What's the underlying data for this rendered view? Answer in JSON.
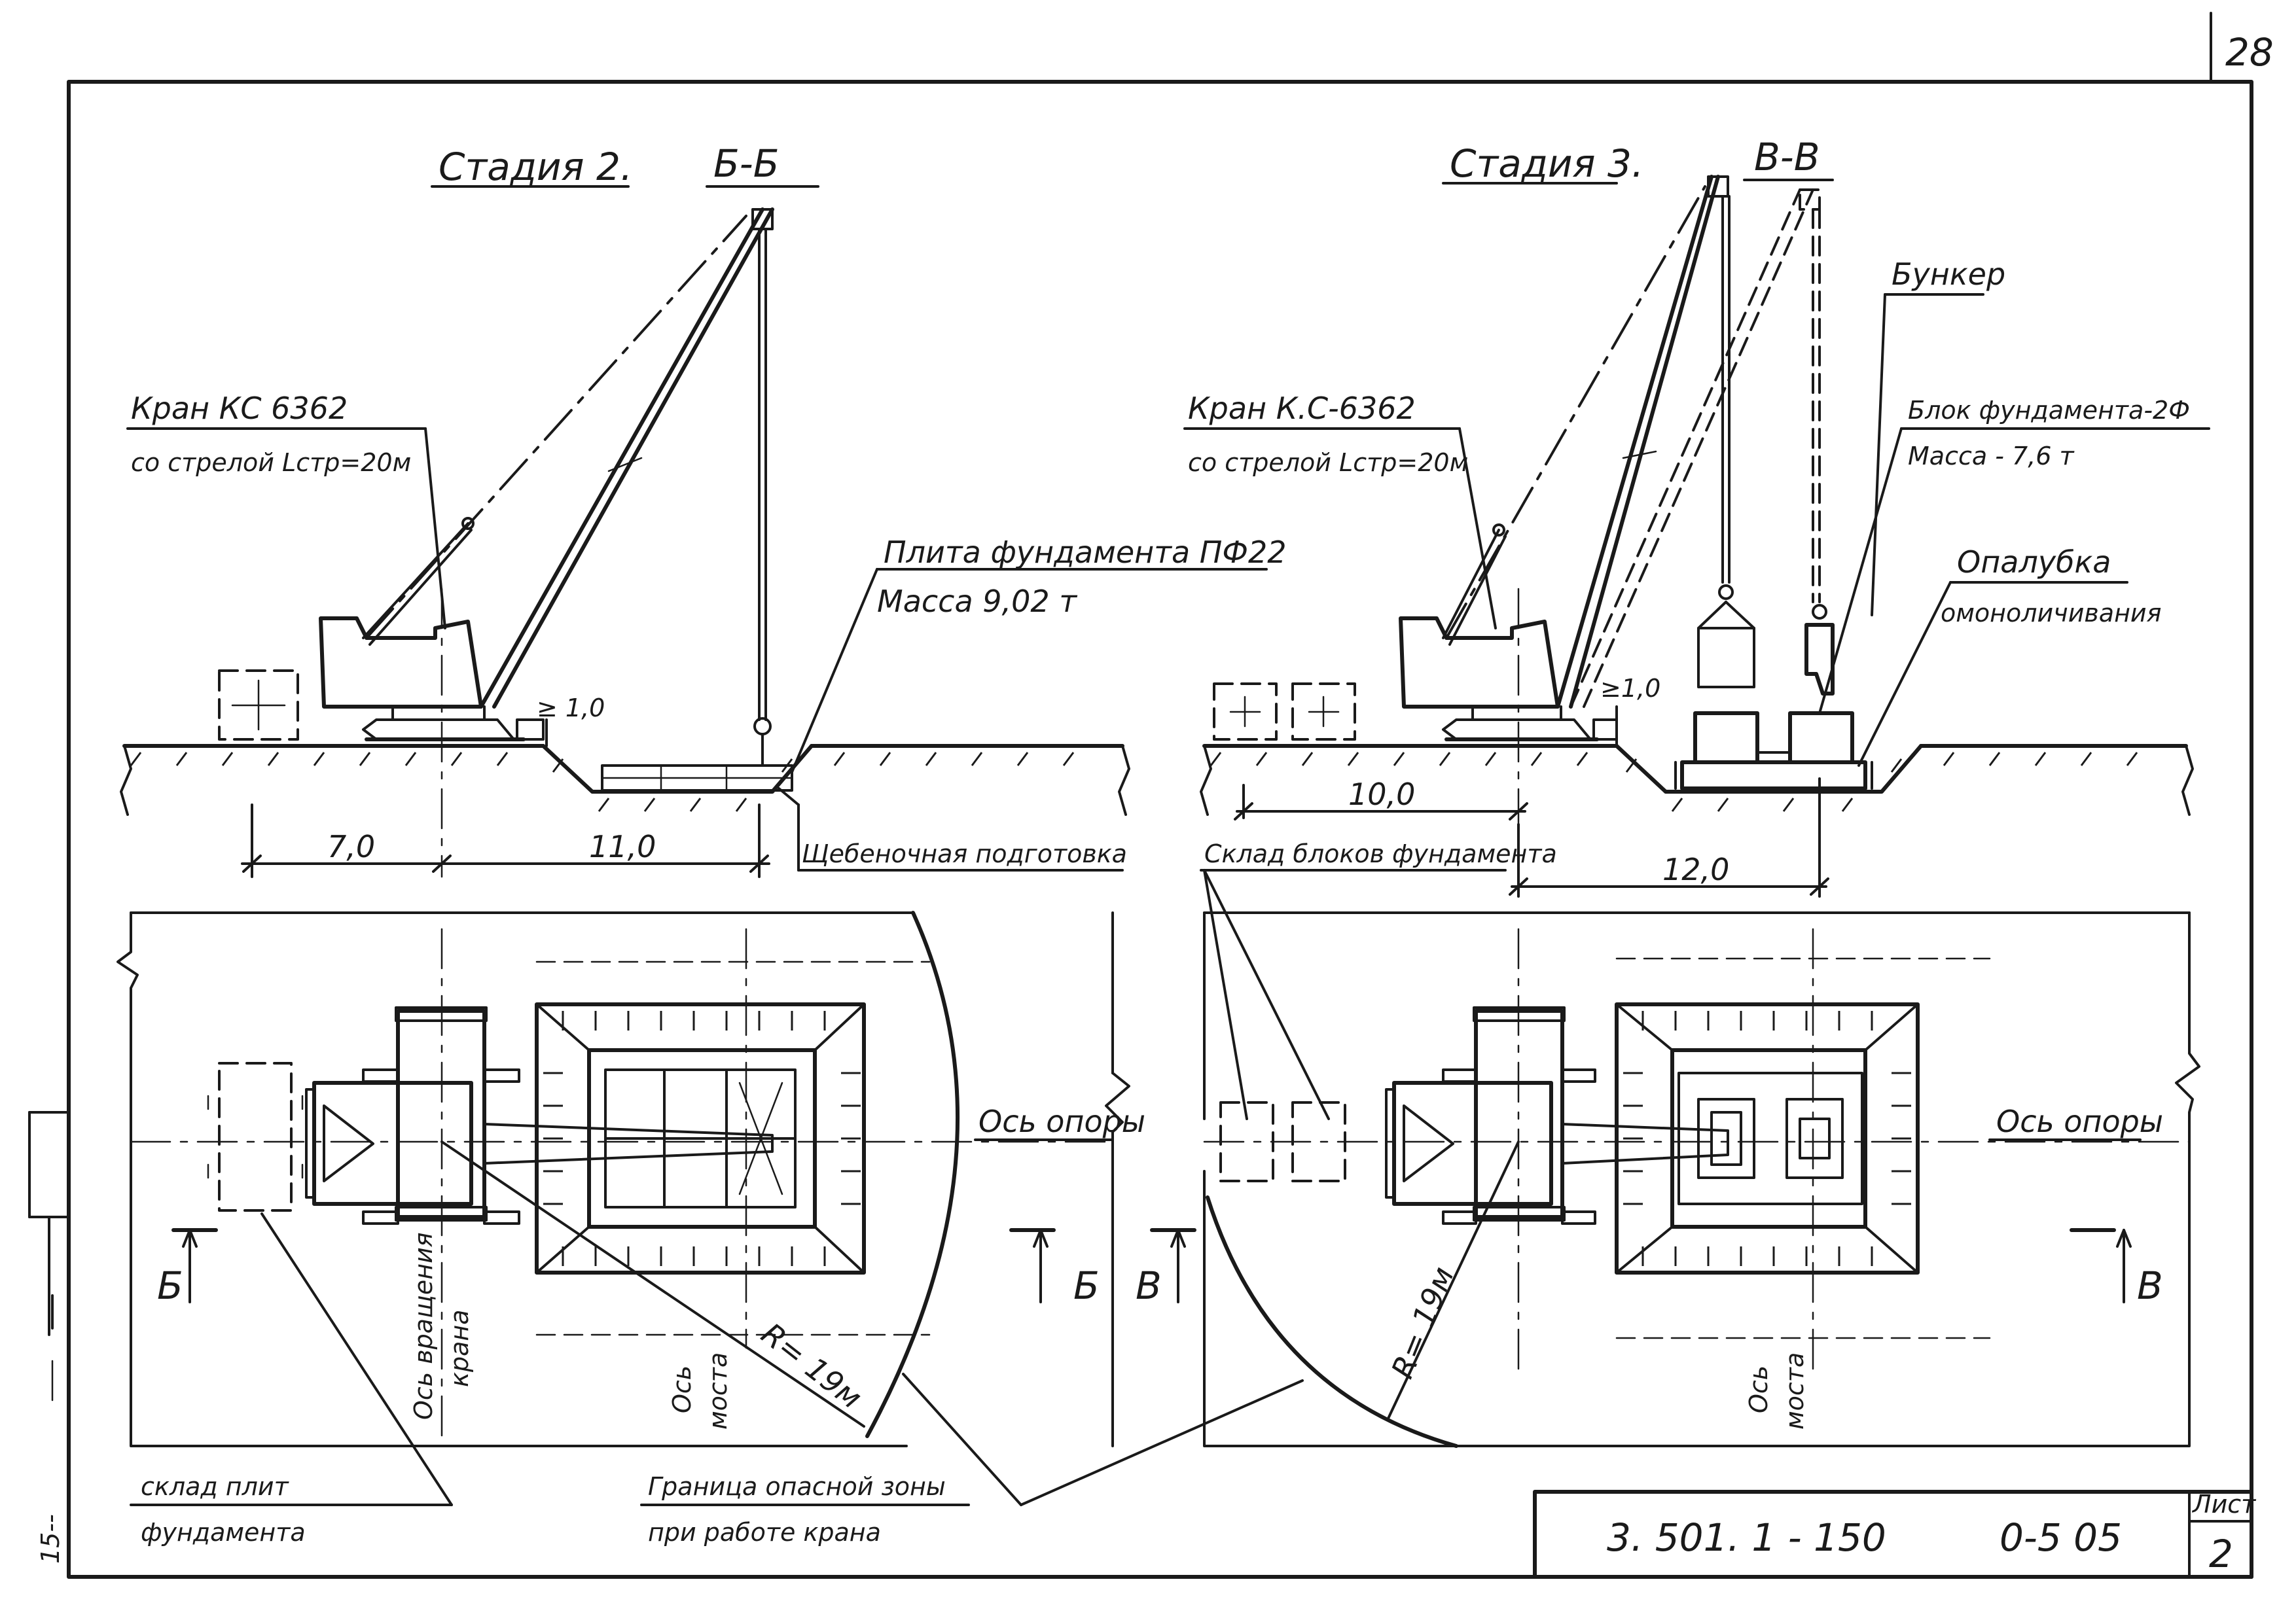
{
  "sheet": {
    "page_mark": "28",
    "left_margin_mark": "15--",
    "stamp": {
      "code": "3. 501. 1 - 150",
      "sub_code": "0-5 05",
      "sheet_label": "Лист",
      "sheet_number": "2"
    }
  },
  "stage2": {
    "title": "Стадия 2.",
    "section": "Б-Б",
    "crane_label_1": "Кран КС 6362",
    "crane_label_2": "со стрелой Lстр=20м",
    "slab_label_1": "Плита фундамента ПФ22",
    "slab_label_2": "Масса 9,02 т",
    "clearance": "≥ 1,0",
    "dim_left": "7,0",
    "dim_right": "11,0",
    "gravel_label": "Щебеночная подготовка",
    "plan": {
      "axis_label": "Ось опоры",
      "rotation_axis_1": "Ось вращения",
      "rotation_axis_2": "крана",
      "bridge_axis_1": "Ось",
      "bridge_axis_2": "моста",
      "radius": "R= 19м",
      "cut_left": "Б",
      "cut_right": "Б",
      "storage_1": "склад плит",
      "storage_2": "фундамента",
      "danger_1": "Граница опасной зоны",
      "danger_2": "при работе крана"
    }
  },
  "stage3": {
    "title": "Стадия 3.",
    "section": "В-В",
    "crane_label_1": "Кран К.С-6362",
    "crane_label_2": "со стрелой Lстр=20м",
    "hopper_label": "Бункер",
    "block_label_1": "Блок фундамента-2Ф",
    "block_label_2": "Масса - 7,6 т",
    "formwork_1": "Опалубка",
    "formwork_2": "омоноличивания",
    "clearance": "≥1,0",
    "dim_left": "10,0",
    "dim_bottom": "12,0",
    "storage_label": "Склад блоков фундамента",
    "plan": {
      "axis_label": "Ось опоры",
      "bridge_axis_1": "Ось",
      "bridge_axis_2": "моста",
      "radius": "R= 19м",
      "cut_left": "В",
      "cut_right": "В"
    }
  }
}
